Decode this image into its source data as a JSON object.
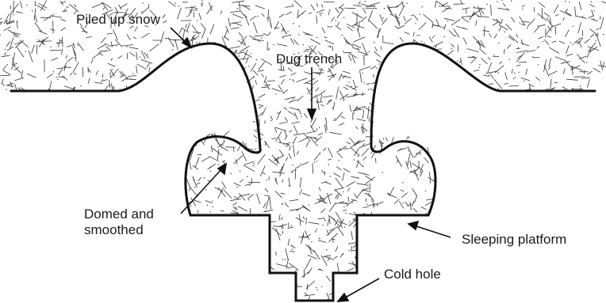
{
  "diagram": {
    "labels": {
      "piled_snow": "Piled up snow",
      "dug_trench": "Dug trench",
      "domed_line1": "Domed and",
      "domed_line2": "smoothed",
      "sleeping_platform": "Sleeping platform",
      "cold_hole": "Cold hole"
    },
    "colors": {
      "outline": "#111111",
      "snow_texture": "#333333",
      "background": "#ffffff"
    }
  }
}
